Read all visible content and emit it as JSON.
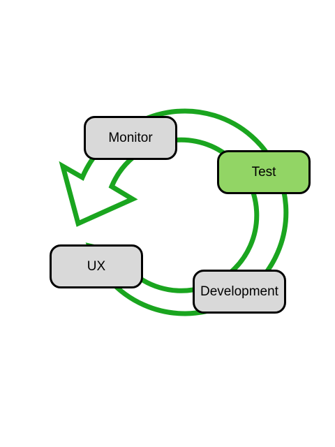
{
  "colors": {
    "arrow_stroke": "#1aa51f",
    "node_fill": "#d9d9d9",
    "node_highlight_fill": "#92d565",
    "node_border": "#000000"
  },
  "stages": [
    {
      "label": "Monitor",
      "highlighted": false
    },
    {
      "label": "Test",
      "highlighted": true
    },
    {
      "label": "Development",
      "highlighted": false
    },
    {
      "label": "UX",
      "highlighted": false
    }
  ]
}
